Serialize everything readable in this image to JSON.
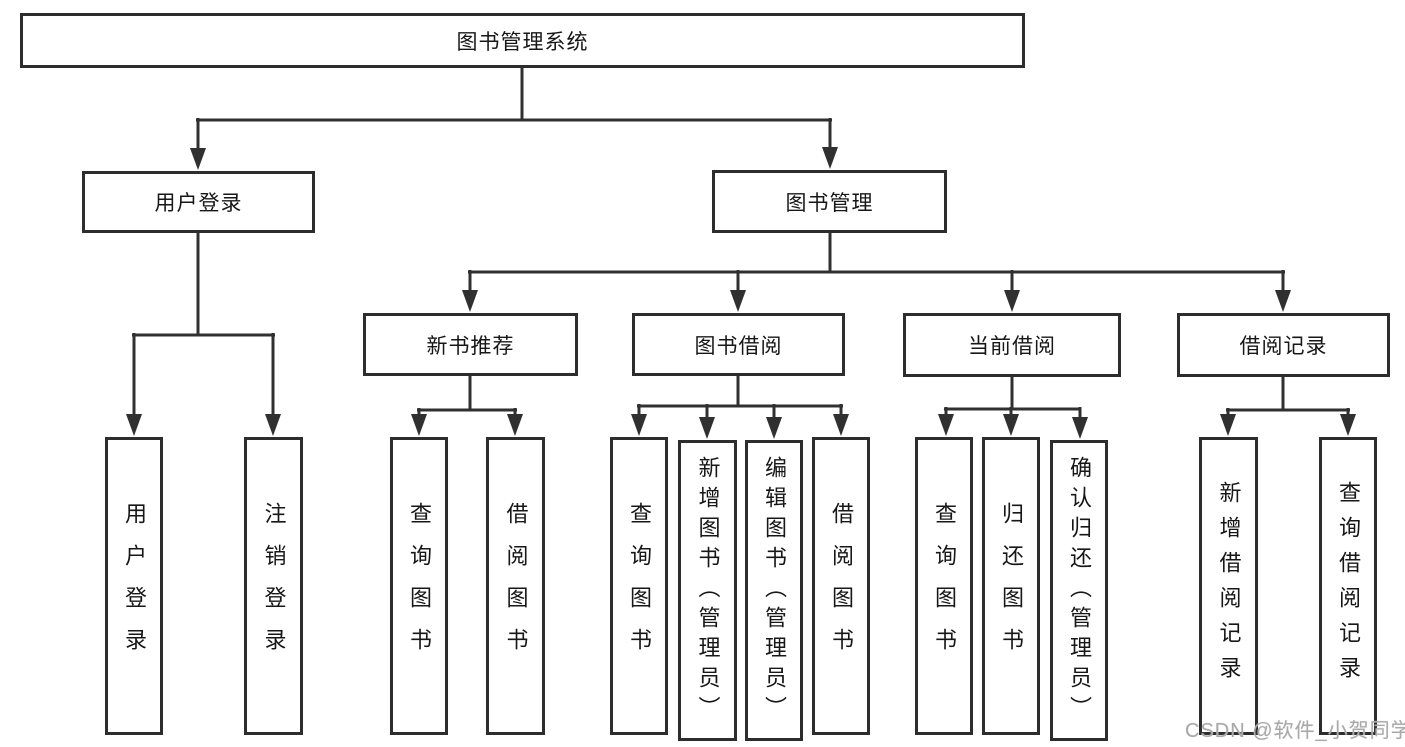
{
  "diagram": {
    "title": "图书管理系统",
    "watermark": "CSDN @软件_小贺同学",
    "colors": {
      "line": "#303030",
      "border": "#2d2d2d",
      "text": "#171717",
      "box_background": "#ffffff",
      "watermark": "#a9a9a9"
    },
    "nodes": {
      "root": {
        "label": "图书管理系统"
      },
      "user_login": {
        "label": "用户登录"
      },
      "book_mgmt": {
        "label": "图书管理"
      },
      "ul_login": {
        "label": "用户登录"
      },
      "ul_logout": {
        "label": "注销登录"
      },
      "new_rec": {
        "label": "新书推荐"
      },
      "book_borrow": {
        "label": "图书借阅"
      },
      "current_borrow": {
        "label": "当前借阅"
      },
      "borrow_records": {
        "label": "借阅记录"
      },
      "nr_query": {
        "label": "查询图书"
      },
      "nr_borrow": {
        "label": "借阅图书"
      },
      "bb_query": {
        "label": "查询图书"
      },
      "bb_add": {
        "label": "新增图书（管理员）"
      },
      "bb_edit": {
        "label": "编辑图书（管理员）"
      },
      "bb_borrow": {
        "label": "借阅图书"
      },
      "cb_query": {
        "label": "查询图书"
      },
      "cb_return": {
        "label": "归还图书"
      },
      "cb_confirm": {
        "label": "确认归还（管理员）"
      },
      "br_add": {
        "label": "新增借阅记录"
      },
      "br_query": {
        "label": "查询借阅记录"
      }
    }
  }
}
